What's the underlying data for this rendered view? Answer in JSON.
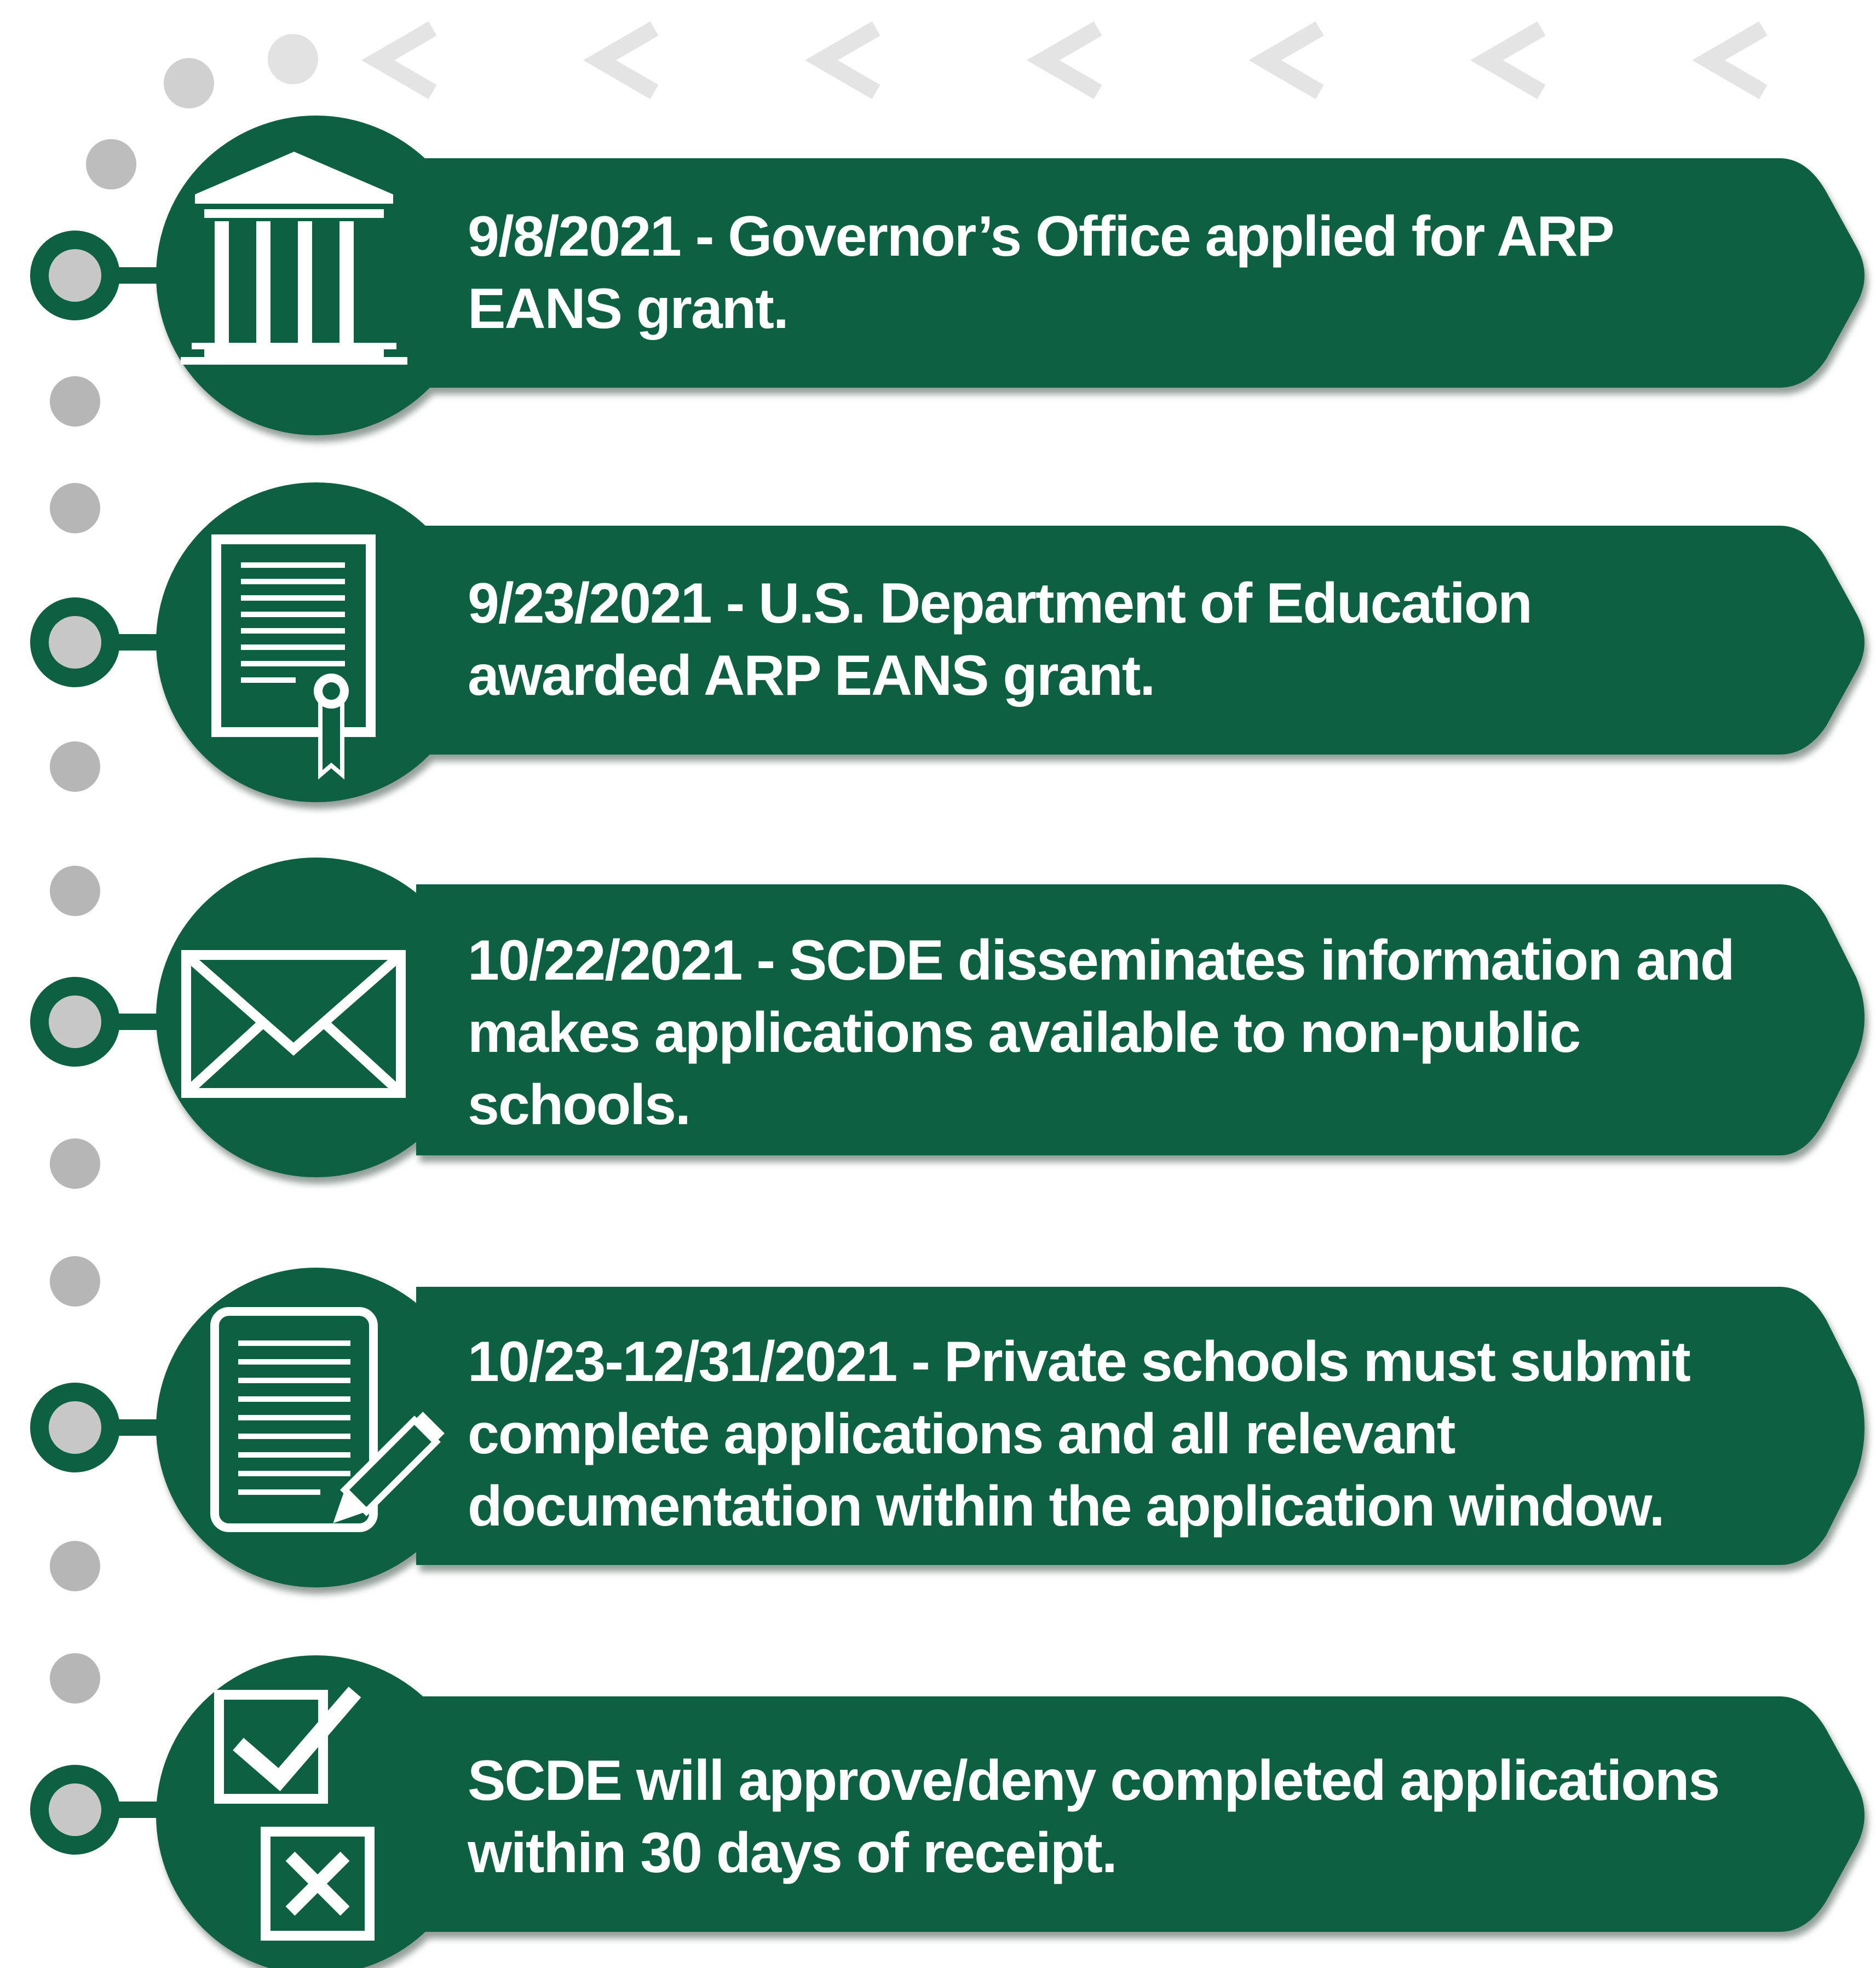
{
  "colors": {
    "banner": "#0e6042",
    "banner_shadow": "#7a8a82",
    "icon": "#ffffff",
    "dots": "#b9b9b9",
    "node_ring": "#0e6042",
    "node_fill": "#c7c7c7",
    "chevrons": "#e3e3e3",
    "text": "#ffffff"
  },
  "events": [
    {
      "icon": "government-building-icon",
      "text": "9/8/2021 - Governor’s Office applied for ARP EANS grant."
    },
    {
      "icon": "certificate-document-icon",
      "text": "9/23/2021 - U.S. Department of Education awarded ARP EANS grant."
    },
    {
      "icon": "envelope-icon",
      "text": "10/22/2021 - SCDE disseminates information and makes applications available to non-public schools."
    },
    {
      "icon": "document-pencil-icon",
      "text": "10/23-12/31/2021 - Private schools must submit complete applications and all relevant documentation within the application window."
    },
    {
      "icon": "checkbox-approve-deny-icon",
      "text": "SCDE will approve/deny completed applications within 30 days of receipt."
    }
  ]
}
